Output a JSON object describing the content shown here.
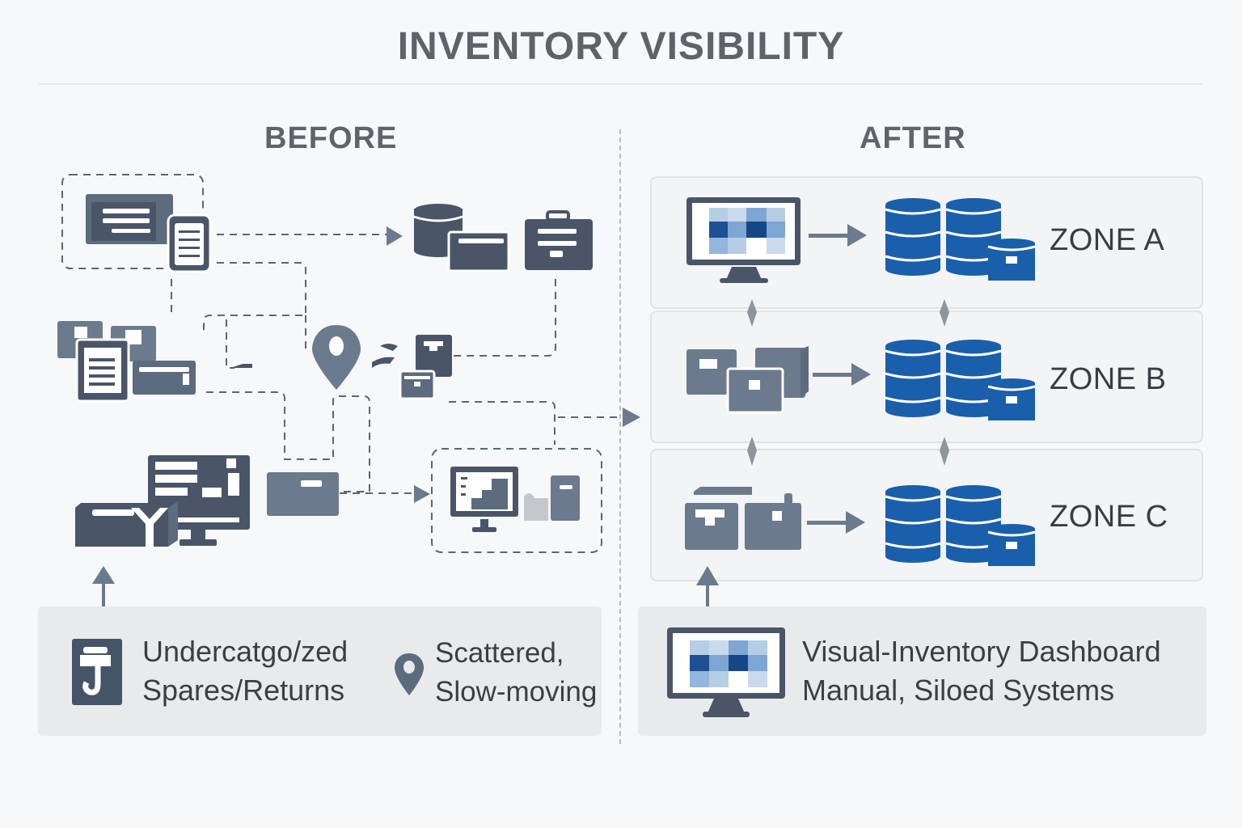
{
  "title": "INVENTORY VISIBILITY",
  "before": {
    "label": "BEFORE",
    "caption": {
      "item1": {
        "line1": "Undercatgo/zed",
        "line2": "Spares/Returns",
        "icon": "clipboard-hook-icon"
      },
      "item2": {
        "line1": "Scattered,",
        "line2": "Slow-moving",
        "icon": "location-pin-icon"
      }
    },
    "icons": [
      "document-window-icon",
      "clipboard-icon",
      "database-icon",
      "folder-icon",
      "briefcase-icon",
      "stacked-documents-icon",
      "card-icon",
      "location-pin-icon",
      "moving-boxes-icon",
      "open-box-icon",
      "spreadsheet-monitor-icon",
      "package-icon",
      "monitor-chart-icon",
      "storage-cabinet-icon"
    ]
  },
  "after": {
    "label": "AFTER",
    "zones": [
      {
        "label": "ZONE A",
        "source_icon": "dashboard-monitor-icon"
      },
      {
        "label": "ZONE B",
        "source_icon": "boxes-icon"
      },
      {
        "label": "ZONE C",
        "source_icon": "crates-icon"
      }
    ],
    "caption": {
      "line1": "Visual-Inventory Dashboard",
      "line2": "Manual, Siloed Systems",
      "icon": "dashboard-monitor-icon"
    }
  },
  "colors": {
    "slate": "#4a5568",
    "slate_light": "#6b7a8c",
    "blue": "#1a5fab",
    "blue_dark": "#164f91",
    "text": "#3b3e43"
  }
}
